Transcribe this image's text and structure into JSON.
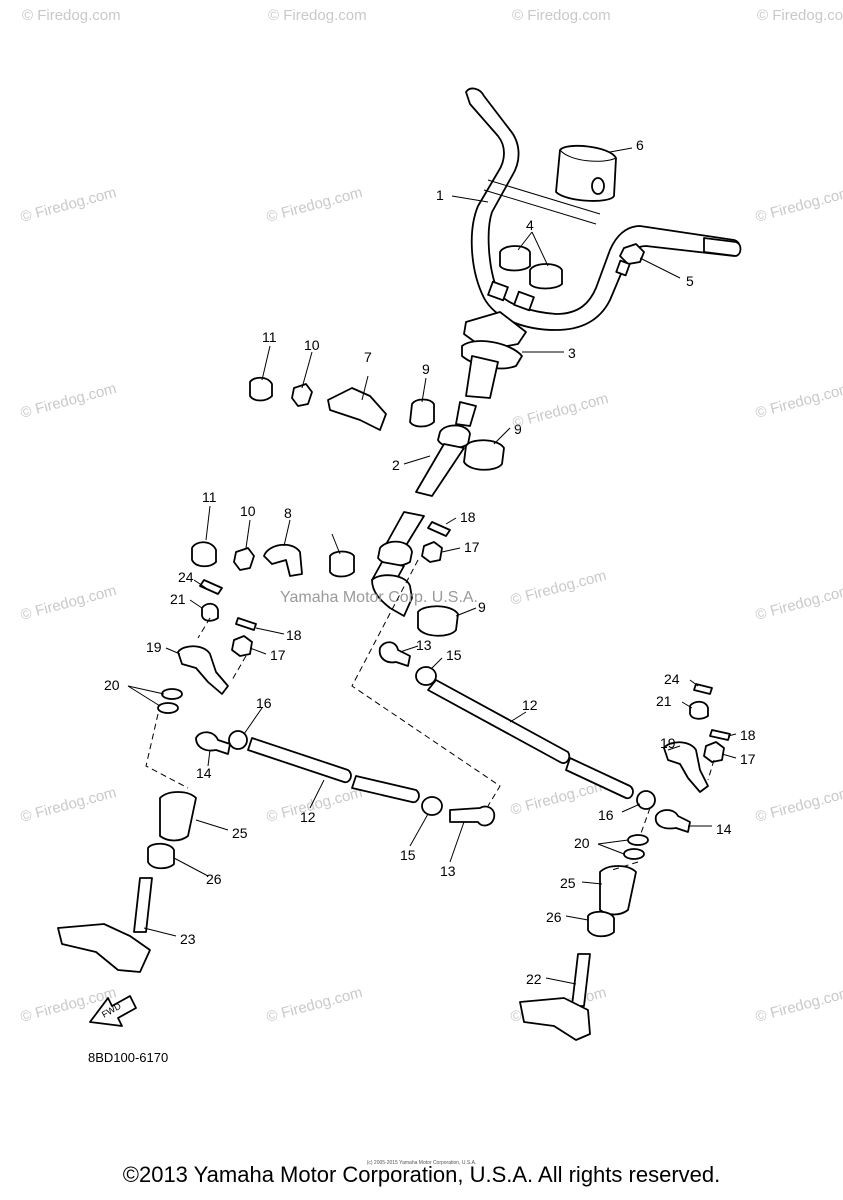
{
  "diagram_code": "8BD100-6170",
  "watermark_text": "© Firedog.com",
  "stamp_text": "Yamaha Motor Corp. U.S.A.",
  "fwd_label": "FWD",
  "footer": {
    "copyright": "©2013 Yamaha Motor Corporation, U.S.A. All rights reserved.",
    "tiny_credit": "(c) 2005-2015 Yamaha Motor Corporation, U.S.A."
  },
  "callouts": [
    "1",
    "2",
    "3",
    "4",
    "5",
    "6",
    "7",
    "8",
    "9",
    "9",
    "9",
    "10",
    "10",
    "11",
    "11",
    "12",
    "12",
    "13",
    "13",
    "14",
    "14",
    "15",
    "15",
    "16",
    "16",
    "17",
    "17",
    "17",
    "18",
    "18",
    "18",
    "19",
    "19",
    "20",
    "20",
    "21",
    "21",
    "22",
    "23",
    "24",
    "24",
    "25",
    "25",
    "26",
    "26"
  ]
}
